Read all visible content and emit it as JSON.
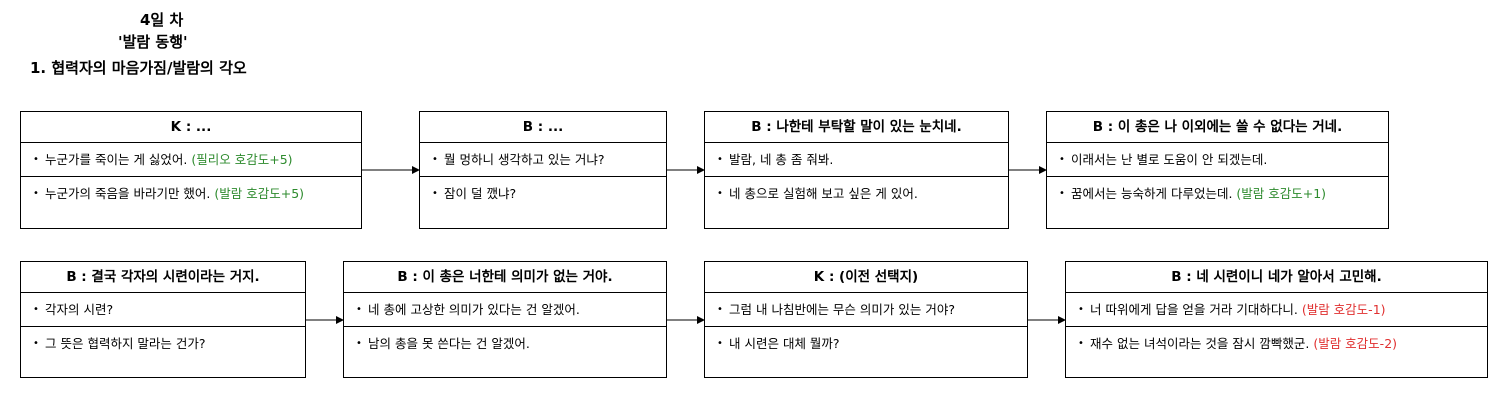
{
  "headings": {
    "day": "4일 차",
    "route": "'발람 동행'",
    "section": "1. 협력자의 마음가짐/발람의 각오"
  },
  "nodes": [
    {
      "title": "K : ...",
      "options": [
        {
          "text": "누군가를 죽이는 게 싫었어.",
          "affinity": "(필리오 호감도+5)"
        },
        {
          "text": "누군가의 죽음을 바라기만 했어.",
          "affinity": "(발람 호감도+5)"
        }
      ]
    },
    {
      "title": "B : ...",
      "options": [
        {
          "text": "뭘 멍하니 생각하고 있는 거냐?",
          "affinity": ""
        },
        {
          "text": "잠이 덜 깼냐?",
          "affinity": ""
        }
      ]
    },
    {
      "title": "B : 나한테 부탁할 말이 있는 눈치네.",
      "options": [
        {
          "text": "발람, 네 총 좀 줘봐.",
          "affinity": ""
        },
        {
          "text": "네 총으로 실험해 보고 싶은 게 있어.",
          "affinity": ""
        }
      ]
    },
    {
      "title": "B : 이 총은 나 이외에는 쓸 수 없다는 거네.",
      "options": [
        {
          "text": "이래서는 난 별로 도움이 안 되겠는데.",
          "affinity": ""
        },
        {
          "text": "꿈에서는 능숙하게 다루었는데.",
          "affinity": "(발람 호감도+1)"
        }
      ]
    },
    {
      "title": "B : 결국 각자의 시련이라는 거지.",
      "options": [
        {
          "text": "각자의 시련?",
          "affinity": ""
        },
        {
          "text": "그 뜻은 협력하지 말라는 건가?",
          "affinity": ""
        }
      ]
    },
    {
      "title": "B : 이 총은 너한테 의미가 없는 거야.",
      "options": [
        {
          "text": "네 총에 고상한 의미가 있다는 건 알겠어.",
          "affinity": ""
        },
        {
          "text": "남의 총을 못 쓴다는 건 알겠어.",
          "affinity": ""
        }
      ]
    },
    {
      "title": "K : (이전 선택지)",
      "options": [
        {
          "text": "그럼 내 나침반에는 무슨 의미가 있는 거야?",
          "affinity": ""
        },
        {
          "text": "내 시련은 대체 뭘까?",
          "affinity": ""
        }
      ]
    },
    {
      "title": "B : 네 시련이니 네가 알아서 고민해.",
      "options": [
        {
          "text": "너 따위에게 답을 얻을 거라 기대하다니.",
          "affinity": "(발람 호감도-1)"
        },
        {
          "text": "재수 없는 녀석이라는 것을 잠시 깜빡했군.",
          "affinity": "(발람 호감도-2)"
        }
      ]
    }
  ],
  "colors": {
    "positive_affinity": "#2e8b2e",
    "negative_affinity": "#e03030",
    "border": "#000000"
  }
}
